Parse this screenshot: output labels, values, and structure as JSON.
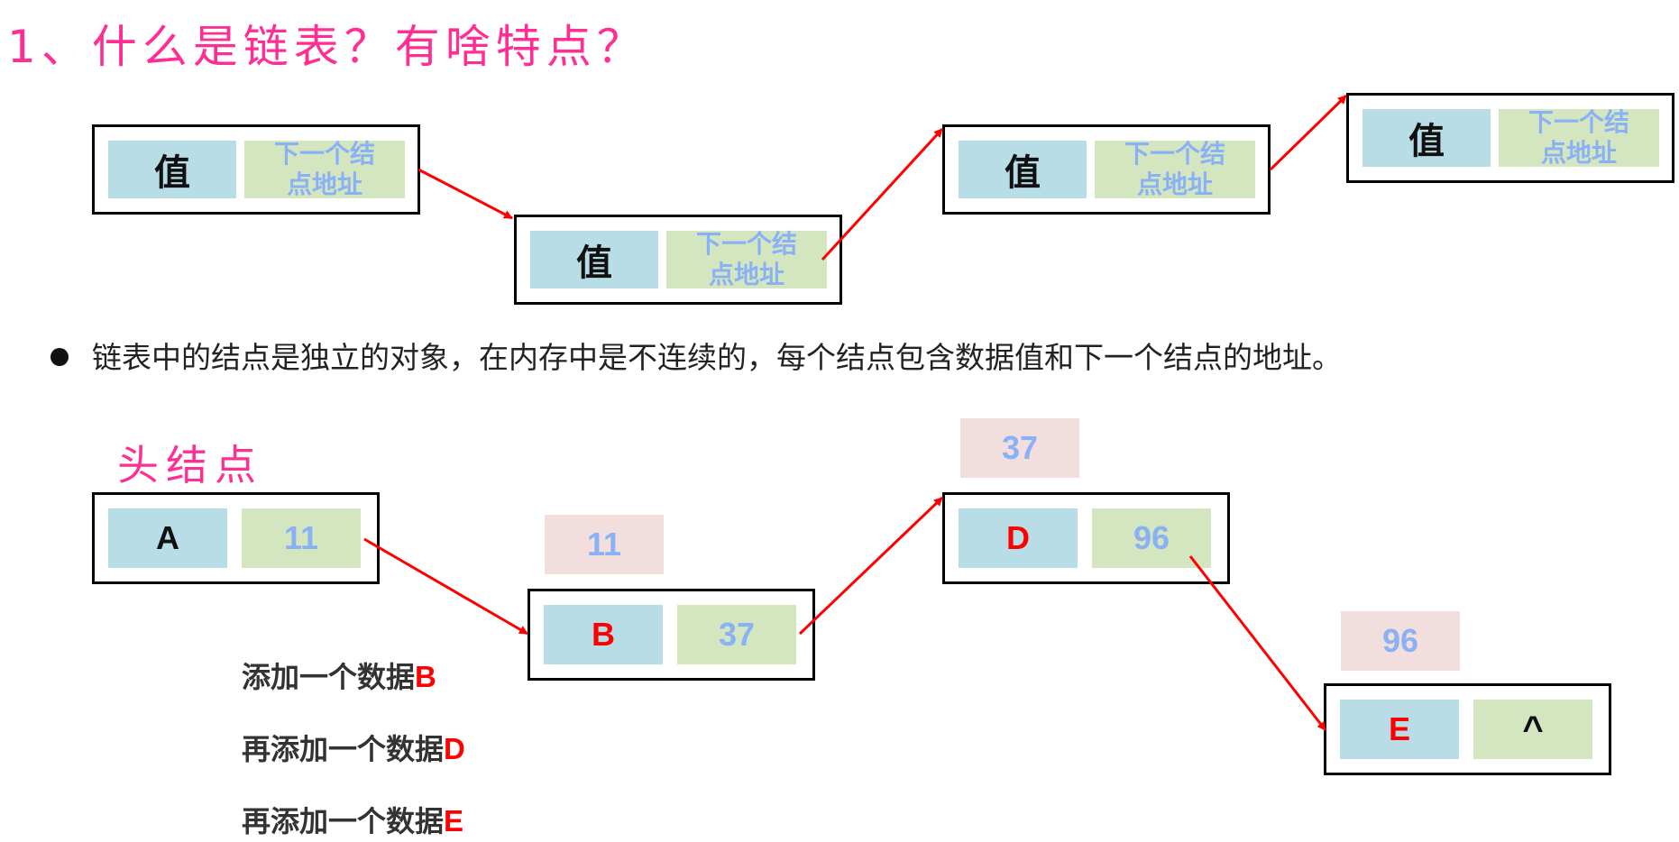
{
  "title": "1、什么是链表？有啥特点？",
  "top_nodes": [
    {
      "value": "值",
      "next": "下一个结\n点地址"
    },
    {
      "value": "值",
      "next": "下一个结\n点地址"
    },
    {
      "value": "值",
      "next": "下一个结\n点地址"
    },
    {
      "value": "值",
      "next": "下一个结\n点地址"
    }
  ],
  "bullet_text": "链表中的结点是独立的对象，在内存中是不连续的，每个结点包含数据值和下一个结点的地址。",
  "head_label": "头结点",
  "bottom_nodes": [
    {
      "value": "A",
      "next": "11",
      "value_color": "#111111"
    },
    {
      "value": "B",
      "next": "37",
      "value_color": "#ff0000",
      "address": "11"
    },
    {
      "value": "D",
      "next": "96",
      "value_color": "#ff0000",
      "address": "37"
    },
    {
      "value": "E",
      "next": "^",
      "value_color": "#ff0000",
      "address": "96"
    }
  ],
  "steps": [
    {
      "text": "添加一个数据",
      "letter": "B"
    },
    {
      "text": "再添加一个数据",
      "letter": "D"
    },
    {
      "text": "再添加一个数据",
      "letter": "E"
    }
  ],
  "colors": {
    "title": "#ff2e93",
    "value_cell": "#b8dde7",
    "next_cell": "#d4e6bf",
    "address_tag": "#f3dede",
    "address_text": "#8ab1f5",
    "arrow": "#ff0000"
  }
}
